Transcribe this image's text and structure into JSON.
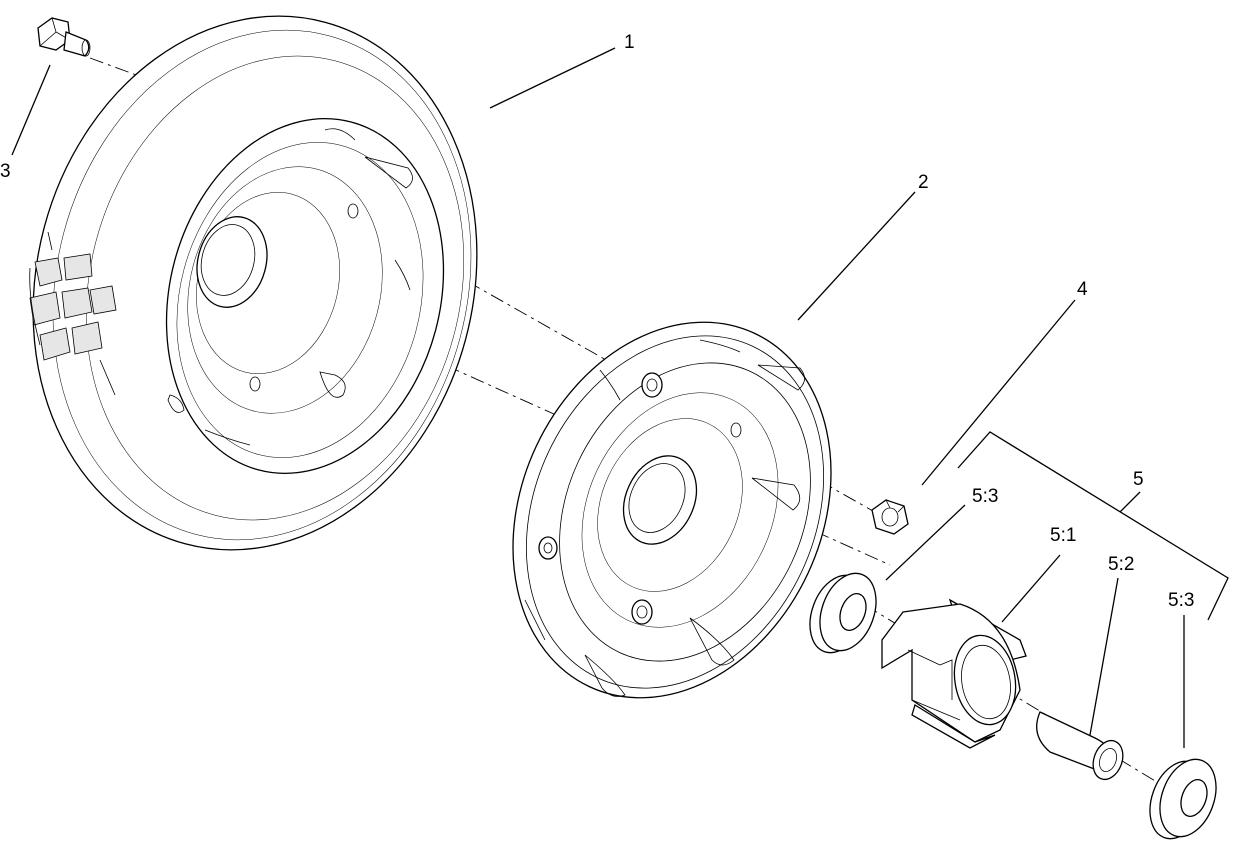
{
  "callouts": [
    {
      "id": "wheel",
      "label": "1"
    },
    {
      "id": "rim-half",
      "label": "2"
    },
    {
      "id": "bolt",
      "label": "3"
    },
    {
      "id": "nut",
      "label": "4"
    },
    {
      "id": "bearing-assembly",
      "label": "5"
    },
    {
      "id": "bearing-hub",
      "label": "5:1"
    },
    {
      "id": "spacer",
      "label": "5:2"
    },
    {
      "id": "seal-left",
      "label": "5:3"
    },
    {
      "id": "seal-right",
      "label": "5:3"
    }
  ]
}
